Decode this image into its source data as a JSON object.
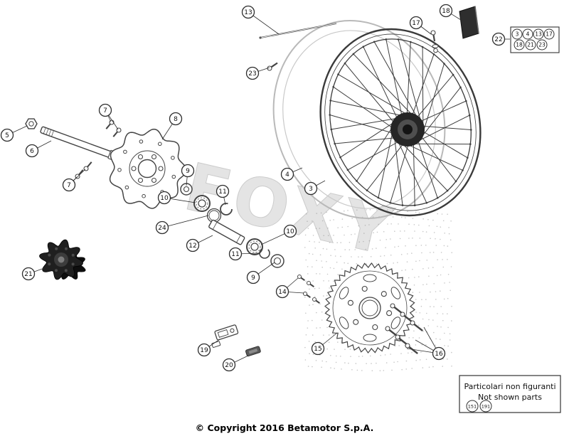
{
  "watermark": "FOXY",
  "copyright": "© Copyright 2016 Betamotor S.p.A.",
  "legend_box": {
    "rows": [
      [
        "3",
        "4",
        "13",
        "17"
      ],
      [
        "18",
        "21",
        "23"
      ]
    ]
  },
  "not_shown_box": {
    "line1": "Particolari non figuranti",
    "line2": "Not shown parts",
    "items": [
      "151",
      "191"
    ]
  },
  "callouts": [
    {
      "label": "13",
      "part": "safety-rod"
    },
    {
      "label": "18",
      "part": "rim-pad"
    },
    {
      "label": "17",
      "part": "spoke-screw"
    },
    {
      "label": "22",
      "part": "legend-group"
    },
    {
      "label": "23",
      "part": "small-screw"
    },
    {
      "label": "5",
      "part": "axle-nut"
    },
    {
      "label": "6",
      "part": "rear-axle"
    },
    {
      "label": "7",
      "part": "disc-bolts"
    },
    {
      "label": "7",
      "part": "disc-bolts"
    },
    {
      "label": "8",
      "part": "brake-disc"
    },
    {
      "label": "9",
      "part": "spacer"
    },
    {
      "label": "10",
      "part": "bearing"
    },
    {
      "label": "24",
      "part": "seal"
    },
    {
      "label": "11",
      "part": "circlip"
    },
    {
      "label": "12",
      "part": "spacer-tube"
    },
    {
      "label": "10",
      "part": "bearing"
    },
    {
      "label": "11",
      "part": "circlip"
    },
    {
      "label": "9",
      "part": "spacer"
    },
    {
      "label": "21",
      "part": "hub"
    },
    {
      "label": "4",
      "part": "tire"
    },
    {
      "label": "3",
      "part": "wheel-rim"
    },
    {
      "label": "14",
      "part": "sprocket-bolts"
    },
    {
      "label": "15",
      "part": "sprocket"
    },
    {
      "label": "16",
      "part": "screws"
    },
    {
      "label": "19",
      "part": "chain-adjuster"
    },
    {
      "label": "20",
      "part": "chain-slider"
    }
  ]
}
